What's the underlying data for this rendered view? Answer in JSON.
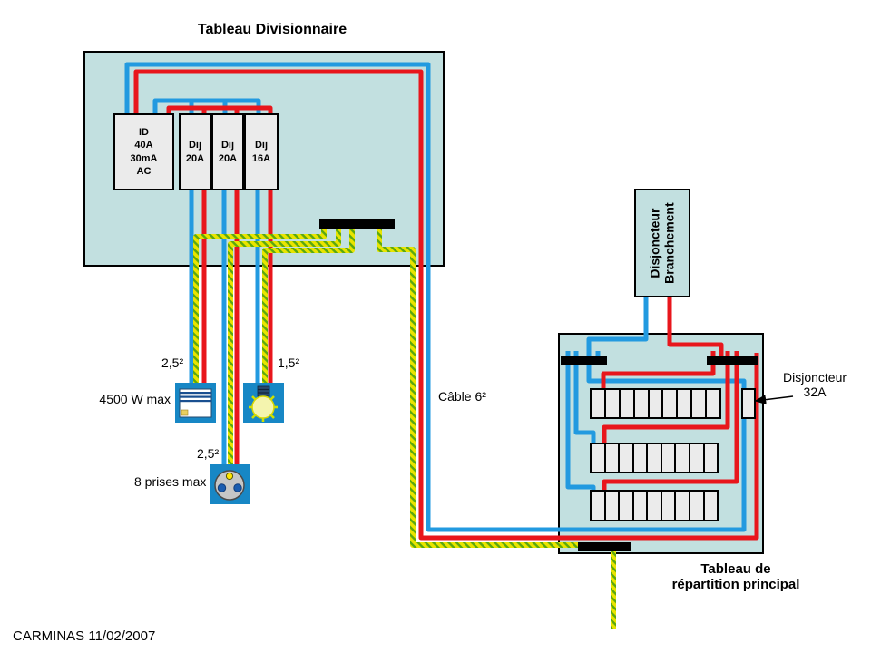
{
  "colors": {
    "panel_fill": "#c2e0e0",
    "module_fill": "#ebebeb",
    "wire_blue": "#229ae0",
    "wire_red": "#e8161c",
    "earth_yellow": "#e9e400",
    "earth_green": "#5aa810",
    "device_blue": "#1787c5",
    "bar_black": "#000000"
  },
  "divisionnaire": {
    "title": "Tableau Divisionnaire",
    "breakers": [
      {
        "label": "ID\n40A\n30mA\nAC"
      },
      {
        "label": "Dij\n20A"
      },
      {
        "label": "Dij\n20A"
      },
      {
        "label": "Dij\n16A"
      }
    ],
    "circuits": [
      {
        "section": "2,5²",
        "load": "4500 W max",
        "device": "convector-heater"
      },
      {
        "section": "1,5²",
        "load": "",
        "device": "lamp"
      },
      {
        "section": "2,5²",
        "load": "8 prises max",
        "device": "socket-outlet"
      }
    ]
  },
  "branchement": {
    "label": "Disjoncteur\nBranchement"
  },
  "main_panel": {
    "title": "Tableau de\nrépartition principal",
    "breaker_callout": "Disjoncteur\n32A",
    "module_rows": 3,
    "modules_per_row": 9
  },
  "cable_label": "Câble 6²",
  "signature": "CARMINAS 11/02/2007"
}
